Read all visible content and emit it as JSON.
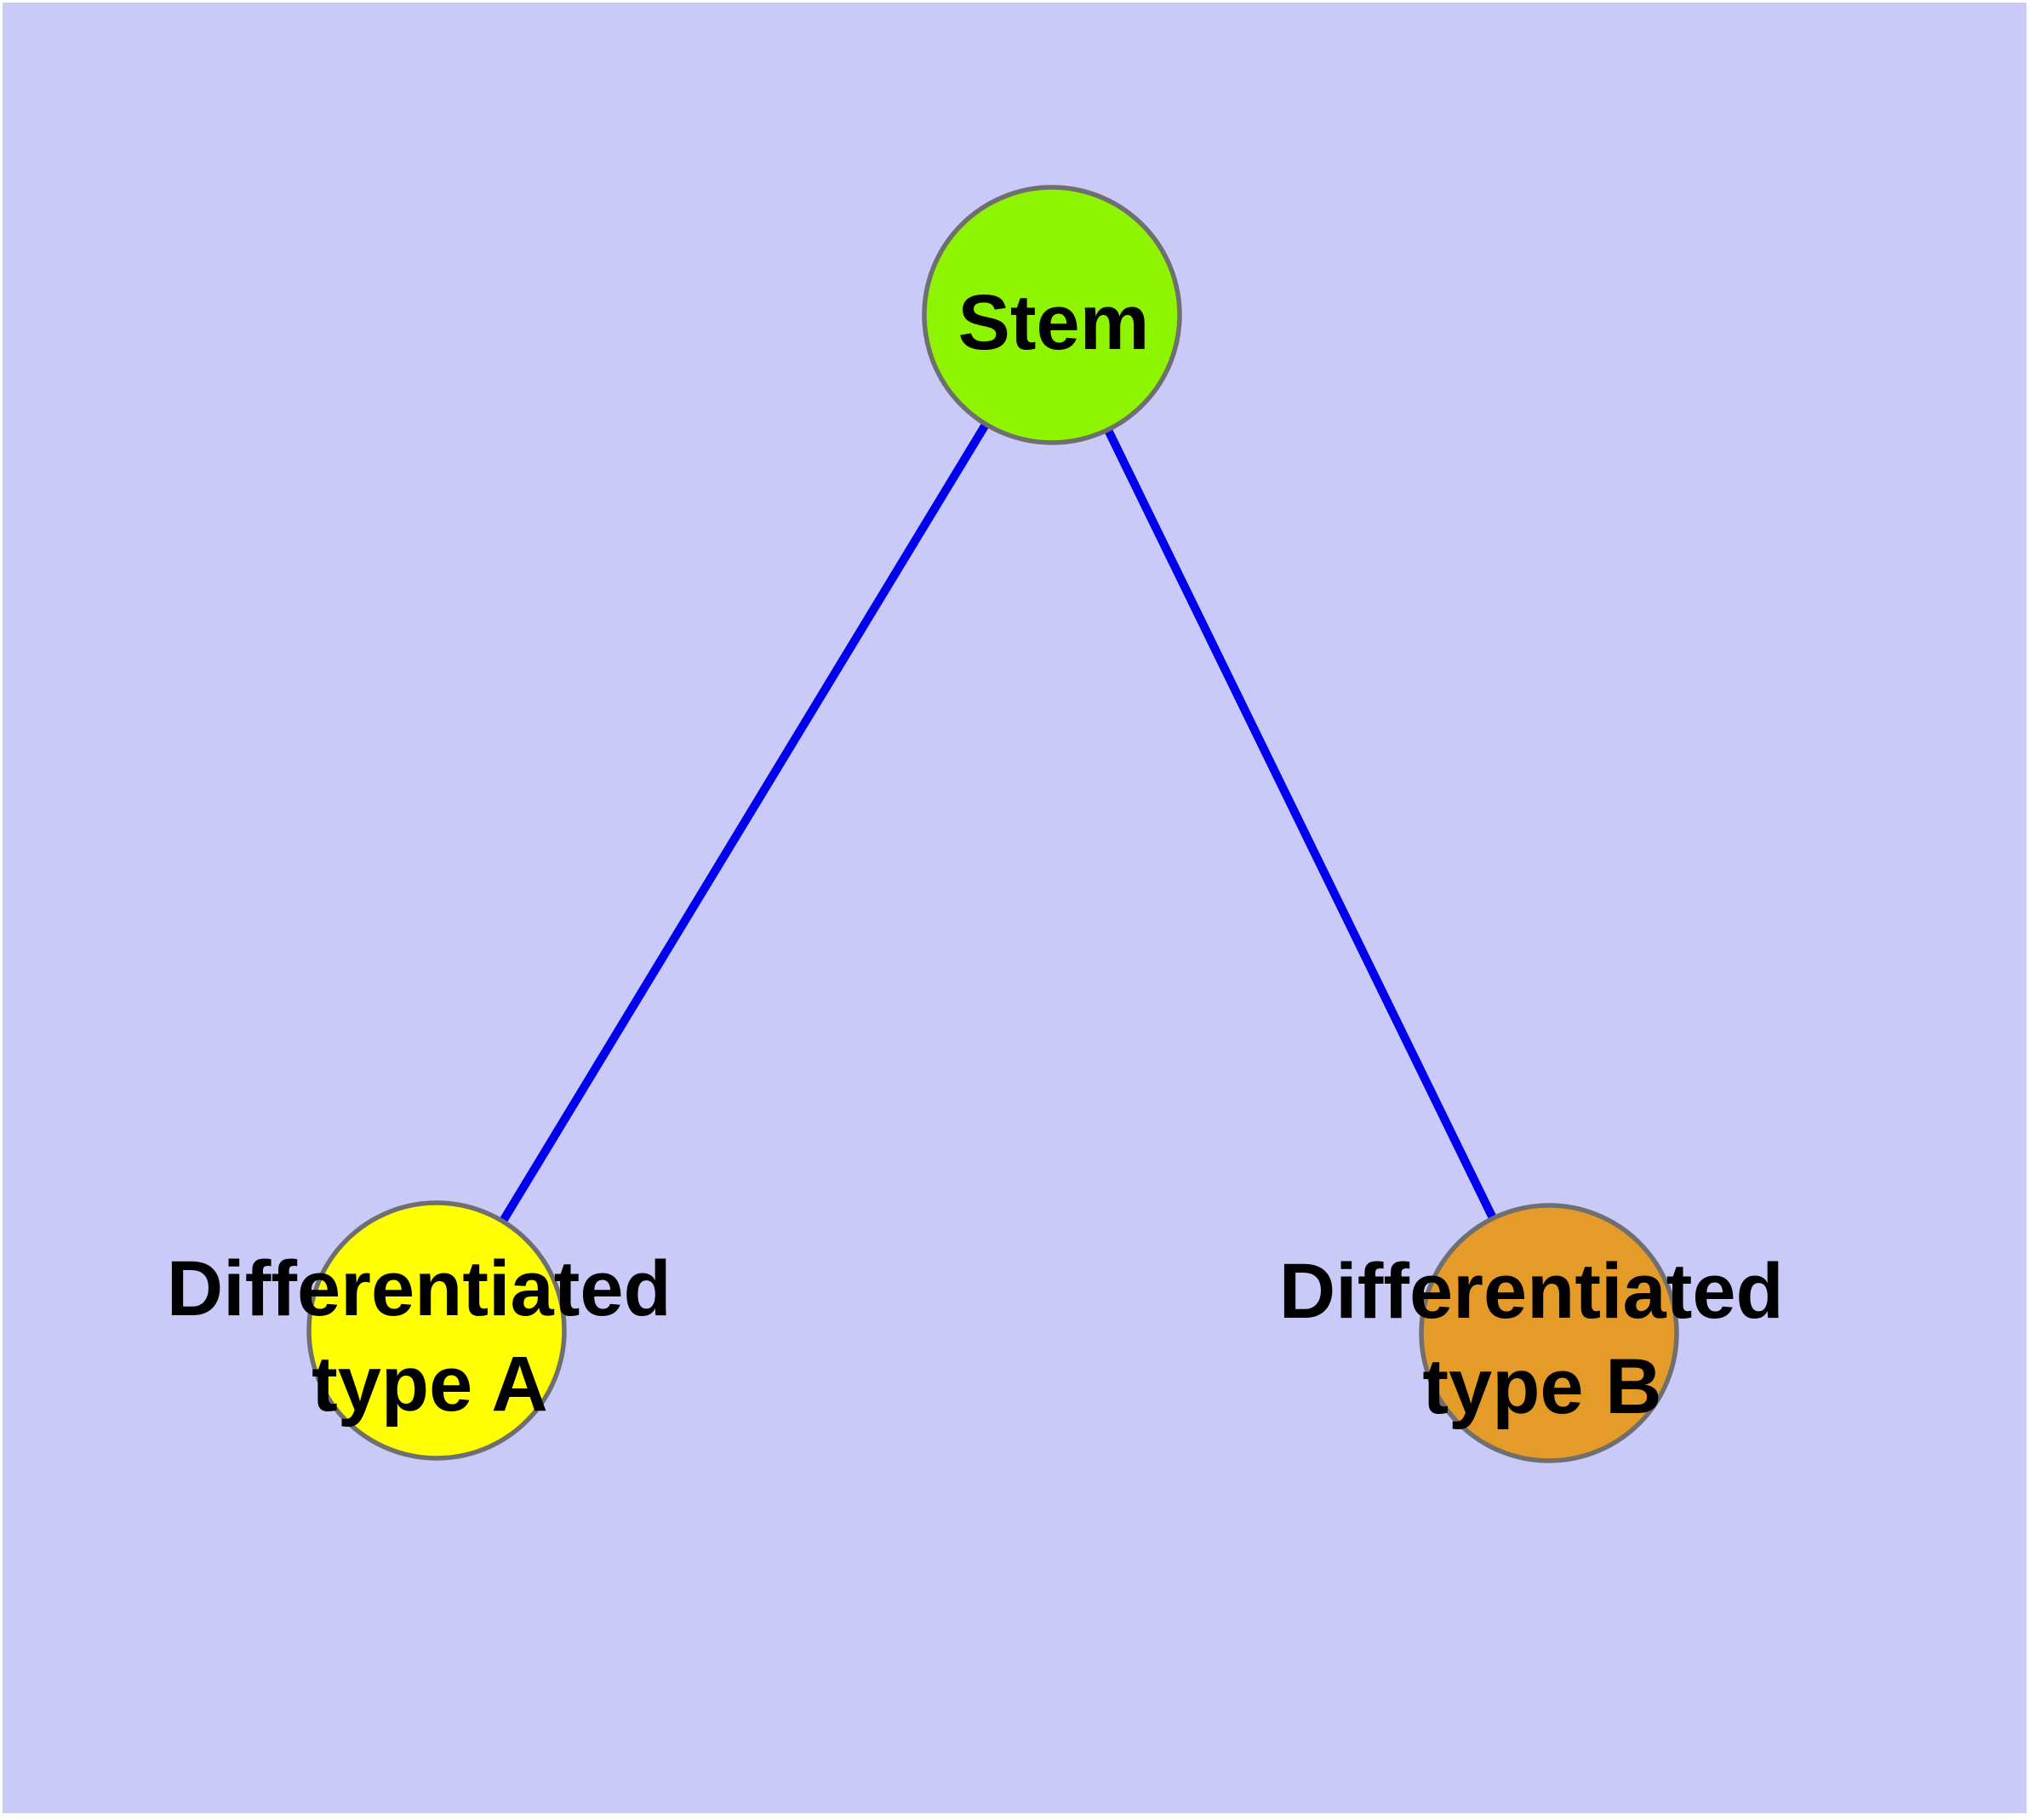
{
  "diagram": {
    "background_color": "#CACAF9",
    "margin_color": "#FFFFFF",
    "edge_color": "#0000EE",
    "node_border_color": "#6F6F6F",
    "label_color": "#000000",
    "nodes": [
      {
        "id": "stem",
        "label": "Stem",
        "fill": "#8FF400"
      },
      {
        "id": "differentiated-type-a",
        "label_line1": "Differentiated",
        "label_line2": "type A",
        "fill": "#FFFF00"
      },
      {
        "id": "differentiated-type-b",
        "label_line1": "Differentiated",
        "label_line2": "type B",
        "fill": "#E49B27"
      }
    ],
    "edges": [
      {
        "from": "Stem",
        "to": "Differentiated type A"
      },
      {
        "from": "Stem",
        "to": "Differentiated type B"
      }
    ]
  }
}
